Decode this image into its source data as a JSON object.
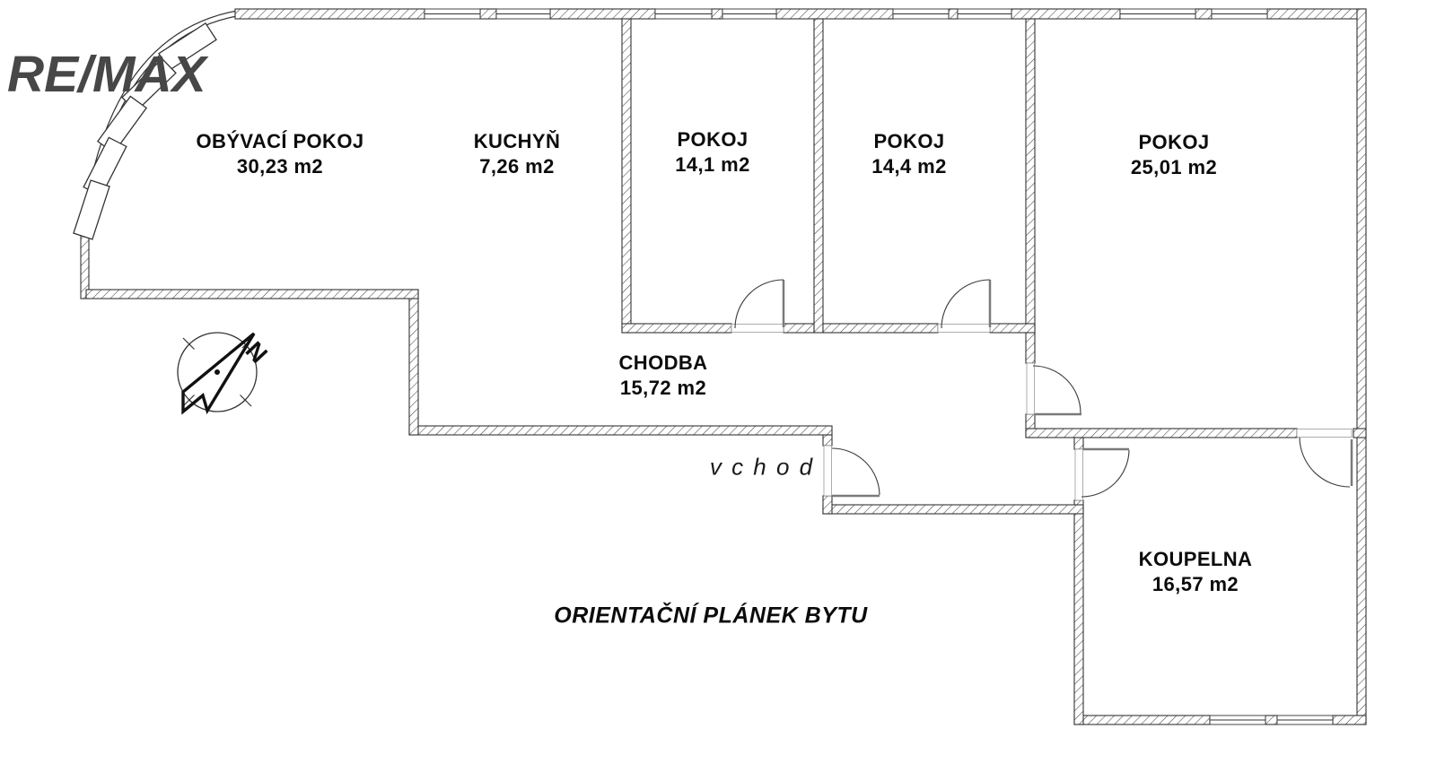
{
  "brand": "RE/MAX",
  "caption": "ORIENTAČNÍ PLÁNEK BYTU",
  "entrance": "v c h o d",
  "compass": {
    "label": "N"
  },
  "rooms": [
    {
      "name": "OBÝVACÍ POKOJ",
      "area": "30,23 m2"
    },
    {
      "name": "KUCHYŇ",
      "area": "7,26 m2"
    },
    {
      "name": "POKOJ",
      "area": "14,1 m2"
    },
    {
      "name": "POKOJ",
      "area": "14,4 m2"
    },
    {
      "name": "POKOJ",
      "area": "25,01 m2"
    },
    {
      "name": "CHODBA",
      "area": "15,72 m2"
    },
    {
      "name": "KOUPELNA",
      "area": "16,57 m2"
    }
  ],
  "colors": {
    "wall_line": "#333333",
    "hatch_line": "#444444",
    "door_leaf": "#7a7a7a",
    "door_arc": "#3c3c3c",
    "brand_gray": "#474747",
    "text": "#0c0c0c",
    "background": "#ffffff"
  }
}
